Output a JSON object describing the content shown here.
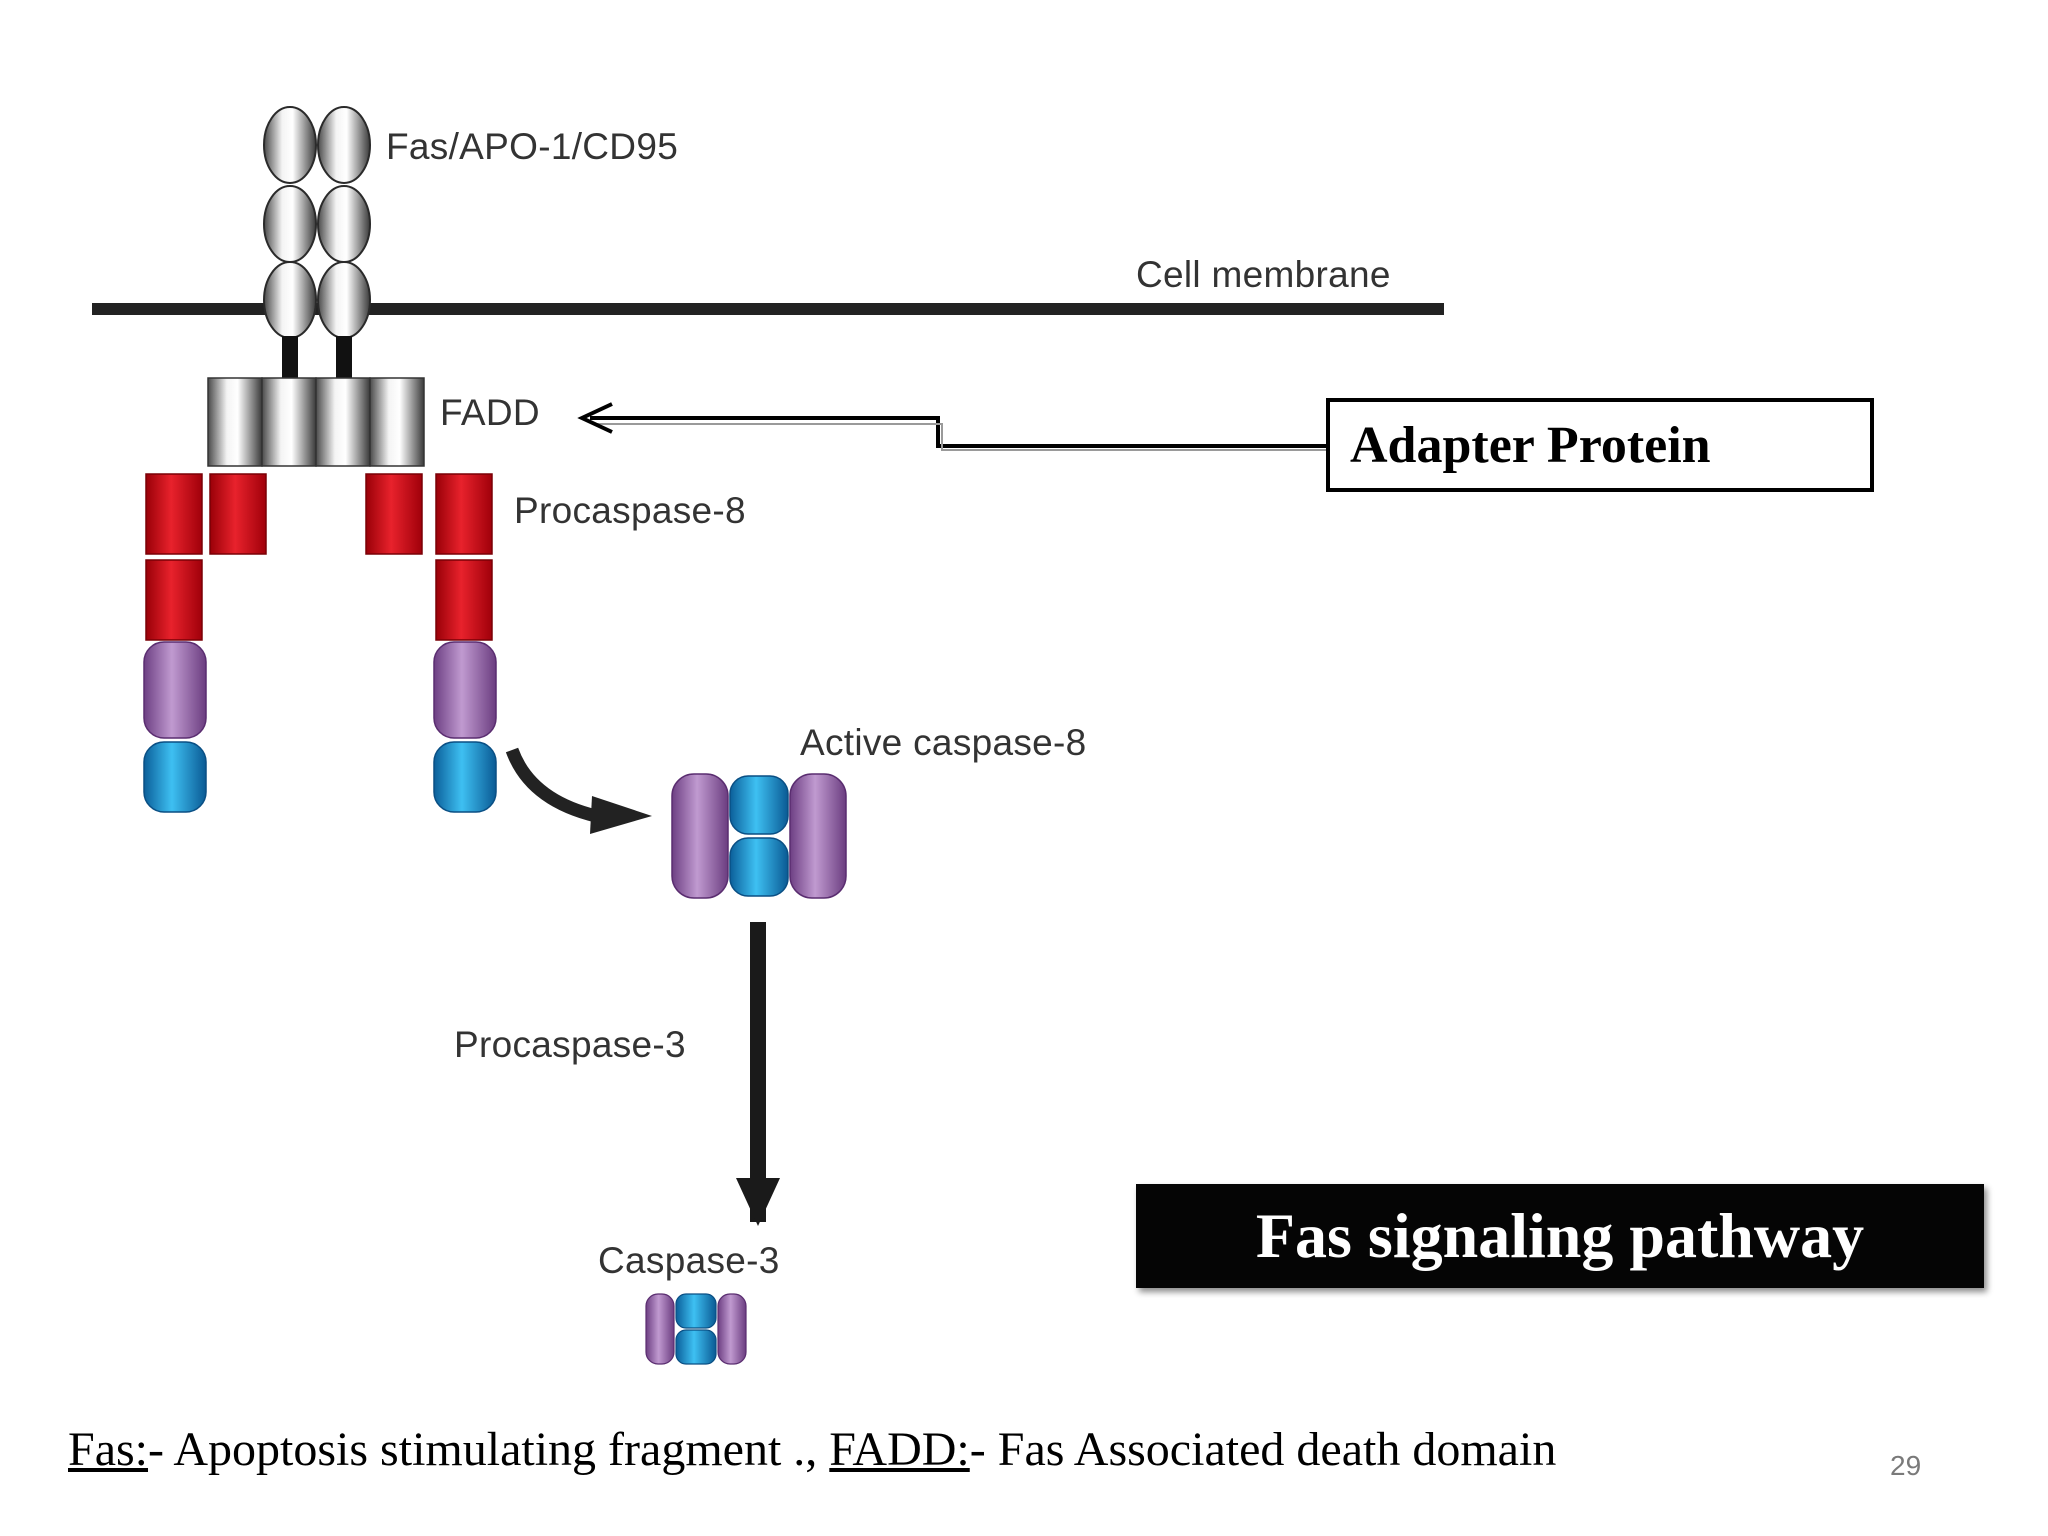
{
  "diagram": {
    "labels": {
      "fas_receptor": "Fas/APO-1/CD95",
      "cell_membrane": "Cell membrane",
      "fadd": "FADD",
      "procaspase8": "Procaspase-8",
      "active_caspase8": "Active caspase-8",
      "procaspase3": "Procaspase-3",
      "caspase3": "Caspase-3"
    },
    "callout": "Adapter Protein",
    "colors": {
      "red_domain": "#d7101c",
      "purple_domain": "#9c6fb0",
      "blue_domain": "#1a9fdc",
      "receptor_gray": "#bdbdbd"
    }
  },
  "title": "Fas signaling pathway",
  "footnote": {
    "term1": "Fas:",
    "def1": "- Apoptosis stimulating fragment .,",
    "term2": "FADD:",
    "def2": "- Fas Associated death domain"
  },
  "page_number": "29"
}
